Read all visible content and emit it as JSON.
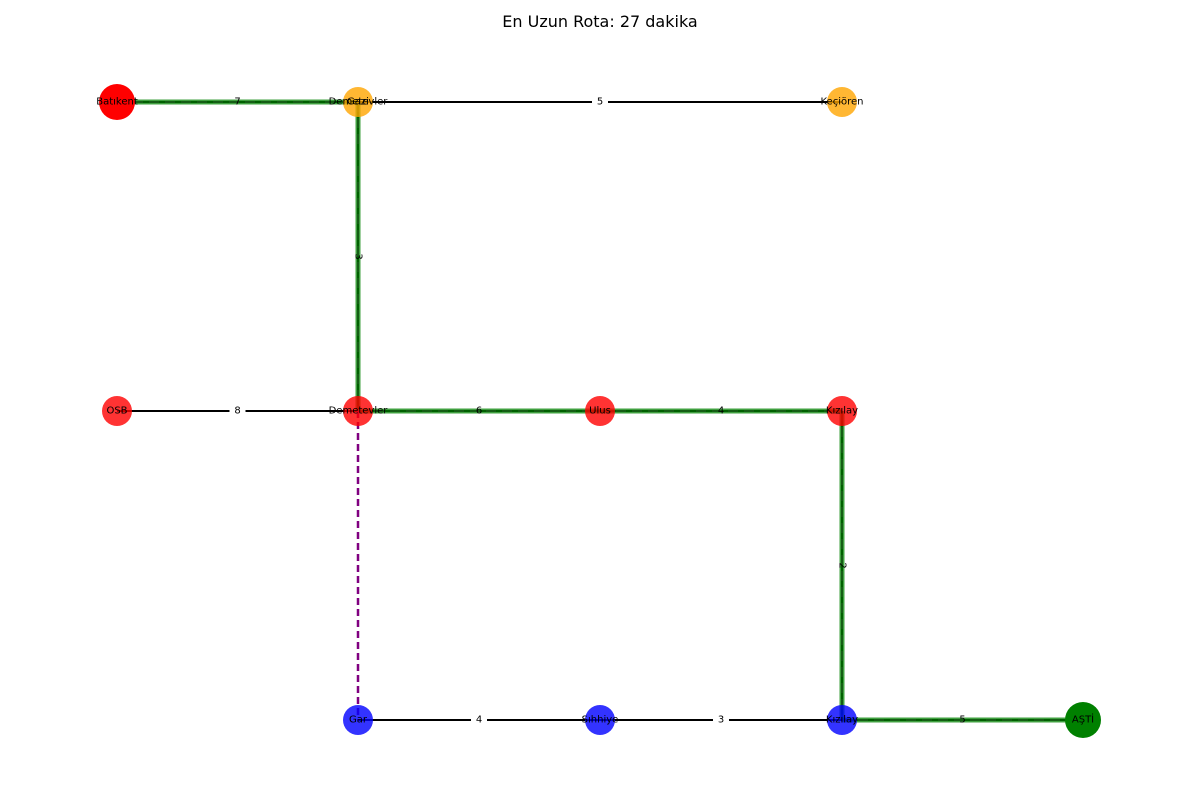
{
  "title": "En Uzun Rota: 27 dakika",
  "colors": {
    "red": "#ff0000",
    "orange": "#ffa500",
    "blue": "#0000ff",
    "green": "#008000",
    "route": "#008000",
    "transfer": "#800080",
    "edge": "#000000"
  },
  "nodes": [
    {
      "id": "batikent",
      "label": "Batıkent",
      "color": "red",
      "big": true
    },
    {
      "id": "demetevler_top",
      "label": "Demetevler",
      "color": "orange",
      "big": false
    },
    {
      "id": "gazi",
      "label": "Gazi",
      "color": "orange",
      "big": false
    },
    {
      "id": "kecioren",
      "label": "Keçiören",
      "color": "orange",
      "big": false
    },
    {
      "id": "osb",
      "label": "OSB",
      "color": "red",
      "big": false
    },
    {
      "id": "demetevler_mid",
      "label": "Demetevler",
      "color": "red",
      "big": false
    },
    {
      "id": "ulus",
      "label": "Ulus",
      "color": "red",
      "big": false
    },
    {
      "id": "kizilay_red",
      "label": "Kızılay",
      "color": "red",
      "big": false
    },
    {
      "id": "gar",
      "label": "Gar",
      "color": "blue",
      "big": false
    },
    {
      "id": "sihhiye",
      "label": "Sıhhiye",
      "color": "blue",
      "big": false
    },
    {
      "id": "kizilay_blue",
      "label": "Kızılay",
      "color": "blue",
      "big": false
    },
    {
      "id": "asti",
      "label": "AŞTİ",
      "color": "green",
      "big": true
    }
  ],
  "edges": [
    {
      "from": "batikent",
      "to": "demetevler_top",
      "label": "7",
      "route": true
    },
    {
      "from": "demetevler_top",
      "to": "kecioren",
      "label": "5",
      "route": false
    },
    {
      "from": "demetevler_top",
      "to": "demetevler_mid",
      "label": "3",
      "route": true
    },
    {
      "from": "osb",
      "to": "demetevler_mid",
      "label": "8",
      "route": false
    },
    {
      "from": "demetevler_mid",
      "to": "ulus",
      "label": "6",
      "route": true
    },
    {
      "from": "ulus",
      "to": "kizilay_red",
      "label": "4",
      "route": true
    },
    {
      "from": "kizilay_red",
      "to": "kizilay_blue",
      "label": "2",
      "route": true
    },
    {
      "from": "gar",
      "to": "sihhiye",
      "label": "4",
      "route": false
    },
    {
      "from": "sihhiye",
      "to": "kizilay_blue",
      "label": "3",
      "route": false
    },
    {
      "from": "kizilay_blue",
      "to": "asti",
      "label": "5",
      "route": true
    },
    {
      "from": "demetevler_mid",
      "to": "gar",
      "label": "",
      "route": false,
      "transfer": true
    }
  ]
}
